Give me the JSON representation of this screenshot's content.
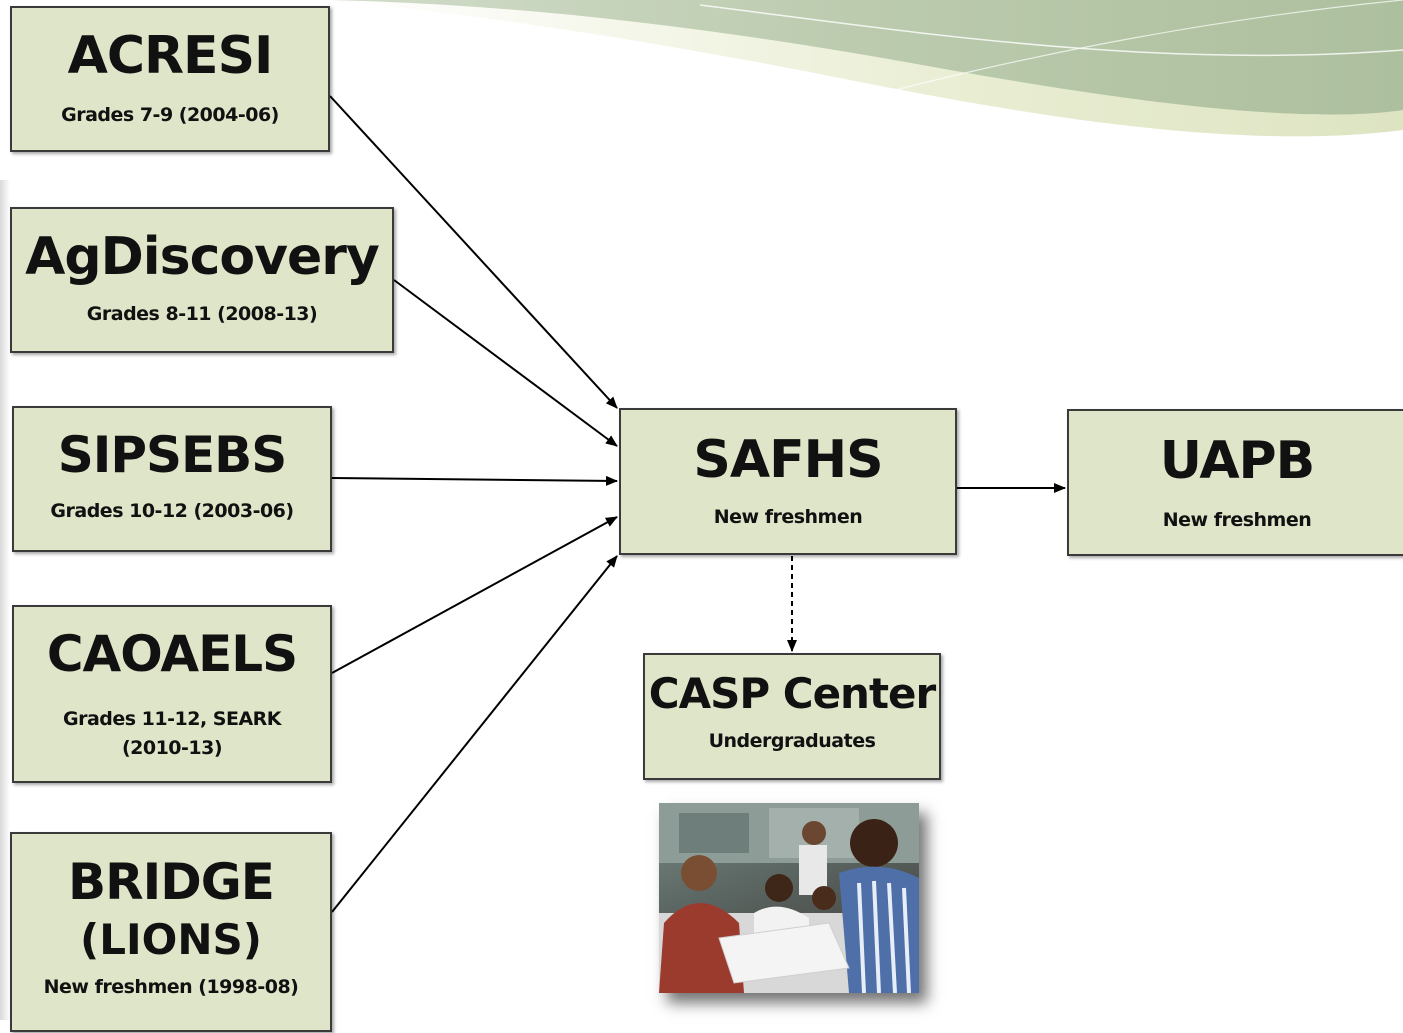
{
  "nodes": {
    "acresi": {
      "title": "ACRESI",
      "sub": "Grades 7-9 (2004-06)"
    },
    "agdiscovery": {
      "title": "AgDiscovery",
      "sub": "Grades 8-11 (2008-13)"
    },
    "sipsebs": {
      "title": "SIPSEBS",
      "sub": "Grades 10-12 (2003-06)"
    },
    "caoaels": {
      "title": "CAOAELS",
      "sub_line1": "Grades 11-12, SEARK",
      "sub_line2": "(2010-13)"
    },
    "bridge": {
      "title": "BRIDGE",
      "title2": "(LIONS)",
      "sub": "New freshmen (1998-08)"
    },
    "safhs": {
      "title": "SAFHS",
      "sub": "New freshmen"
    },
    "uapb": {
      "title": "UAPB",
      "sub": "New freshmen"
    },
    "casp": {
      "title": "CASP Center",
      "sub": "Undergraduates"
    }
  },
  "edges": [
    {
      "from": "acresi",
      "to": "safhs",
      "style": "solid"
    },
    {
      "from": "agdiscovery",
      "to": "safhs",
      "style": "solid"
    },
    {
      "from": "sipsebs",
      "to": "safhs",
      "style": "solid"
    },
    {
      "from": "caoaels",
      "to": "safhs",
      "style": "solid"
    },
    {
      "from": "bridge",
      "to": "safhs",
      "style": "solid"
    },
    {
      "from": "safhs",
      "to": "uapb",
      "style": "solid"
    },
    {
      "from": "safhs",
      "to": "casp",
      "style": "dashed"
    }
  ],
  "colors": {
    "box_fill": "#dfe5c8",
    "box_border": "#3a3a3a",
    "swoosh_dark": "#a9bd9c",
    "swoosh_light": "#e6ebcf"
  }
}
